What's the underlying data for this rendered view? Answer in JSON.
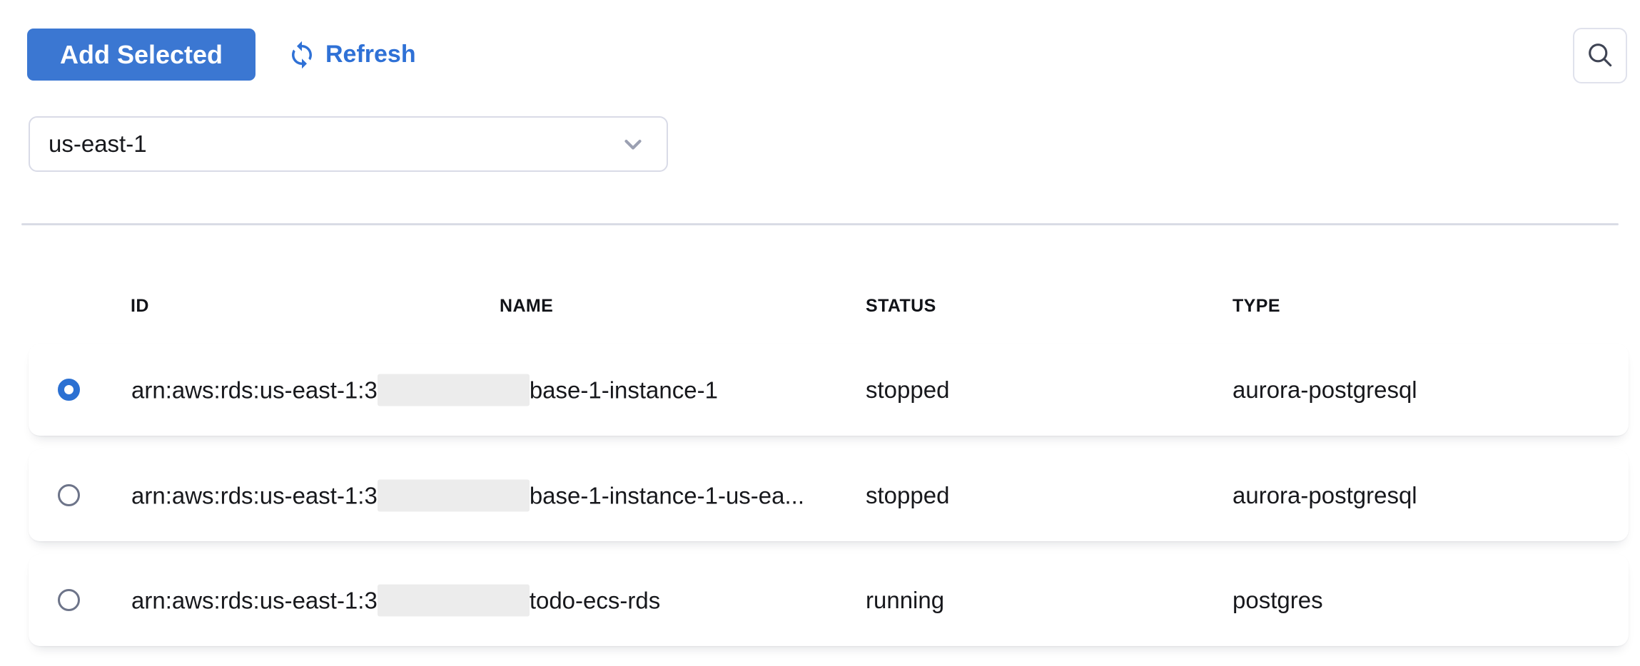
{
  "toolbar": {
    "add_selected_label": "Add Selected",
    "refresh_label": "Refresh"
  },
  "region_select": {
    "value": "us-east-1"
  },
  "icons": {
    "refresh": "sync-icon",
    "search": "magnifier-icon",
    "region_chevron": "chevron-down-icon"
  },
  "colors": {
    "accent_button_blue": "#3b77d2",
    "link_blue": "#2f71d6",
    "radio_selected_blue": "#2b70d2",
    "divider_gray": "#d9dce5",
    "redaction_gray": "#ececec"
  },
  "table": {
    "columns": [
      "ID",
      "NAME",
      "STATUS",
      "TYPE"
    ],
    "rows": [
      {
        "selected": true,
        "id_prefix": "arn:aws:rds:us-east-1:3",
        "id_masked": true,
        "id_suffix": "base-1-instance-1",
        "status": "stopped",
        "type": "aurora-postgresql"
      },
      {
        "selected": false,
        "id_prefix": "arn:aws:rds:us-east-1:3",
        "id_masked": true,
        "id_suffix": "base-1-instance-1-us-ea...",
        "status": "stopped",
        "type": "aurora-postgresql"
      },
      {
        "selected": false,
        "id_prefix": "arn:aws:rds:us-east-1:3",
        "id_masked": true,
        "id_suffix": "todo-ecs-rds",
        "status": "running",
        "type": "postgres"
      }
    ]
  }
}
